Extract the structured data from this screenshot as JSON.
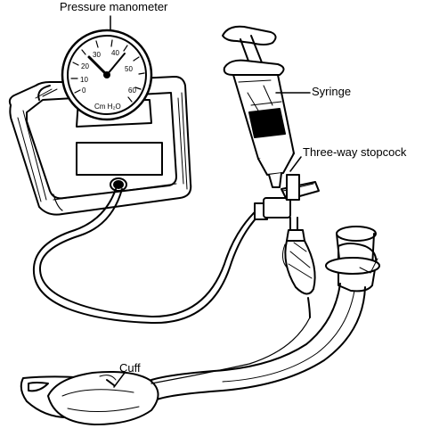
{
  "labels": {
    "pressure_manometer": "Pressure manometer",
    "syringe": "Syringe",
    "stopcock": "Three-way stopcock",
    "cuff": "Cuff"
  },
  "dial": {
    "ticks": [
      "0",
      "10",
      "20",
      "30",
      "40",
      "50",
      "60"
    ],
    "unit": "Cm H₂O"
  }
}
